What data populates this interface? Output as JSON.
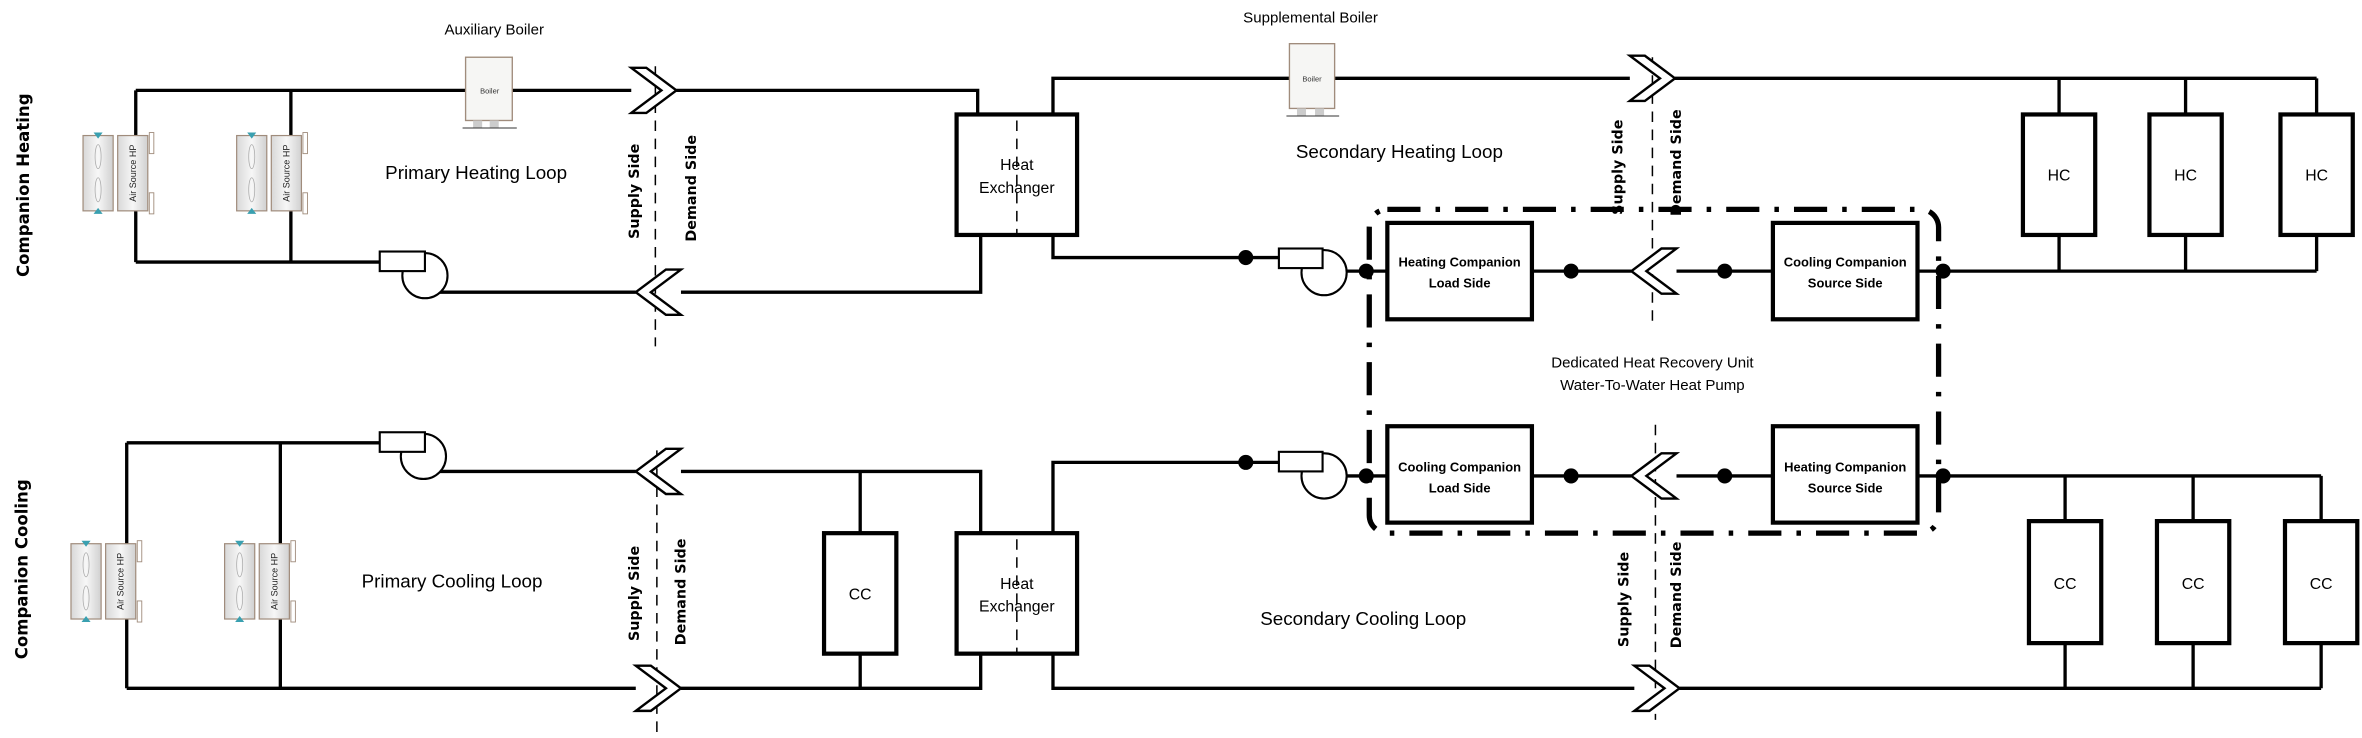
{
  "rows": {
    "heating": "Companion Heating",
    "cooling": "Companion Cooling"
  },
  "boilers": {
    "auxiliary_label": "Auxiliary Boiler",
    "supplemental_label": "Supplemental Boiler",
    "icon_text": "Boiler"
  },
  "ashp": {
    "icon_text": "Air Source HP"
  },
  "loops": {
    "primary_heating": "Primary Heating Loop",
    "secondary_heating": "Secondary Heating Loop",
    "primary_cooling": "Primary Cooling Loop",
    "secondary_cooling": "Secondary Cooling Loop"
  },
  "sides": {
    "supply": "Supply Side",
    "demand": "Demand Side"
  },
  "heat_exchanger": {
    "line1": "Heat",
    "line2": "Exchanger"
  },
  "dhru": {
    "title_line1": "Dedicated Heat Recovery Unit",
    "title_line2": "Water-To-Water Heat Pump",
    "heating_load": {
      "line1": "Heating Companion",
      "line2": "Load Side"
    },
    "cooling_source": {
      "line1": "Cooling Companion",
      "line2": "Source Side"
    },
    "cooling_load": {
      "line1": "Cooling Companion",
      "line2": "Load Side"
    },
    "heating_source": {
      "line1": "Heating Companion",
      "line2": "Source Side"
    }
  },
  "coils": {
    "heating": "HC",
    "cooling": "CC"
  },
  "colors": {
    "pipe": "#000000",
    "equipment_outline": "#a08c7c",
    "equipment_accent": "#3aa0b0"
  }
}
